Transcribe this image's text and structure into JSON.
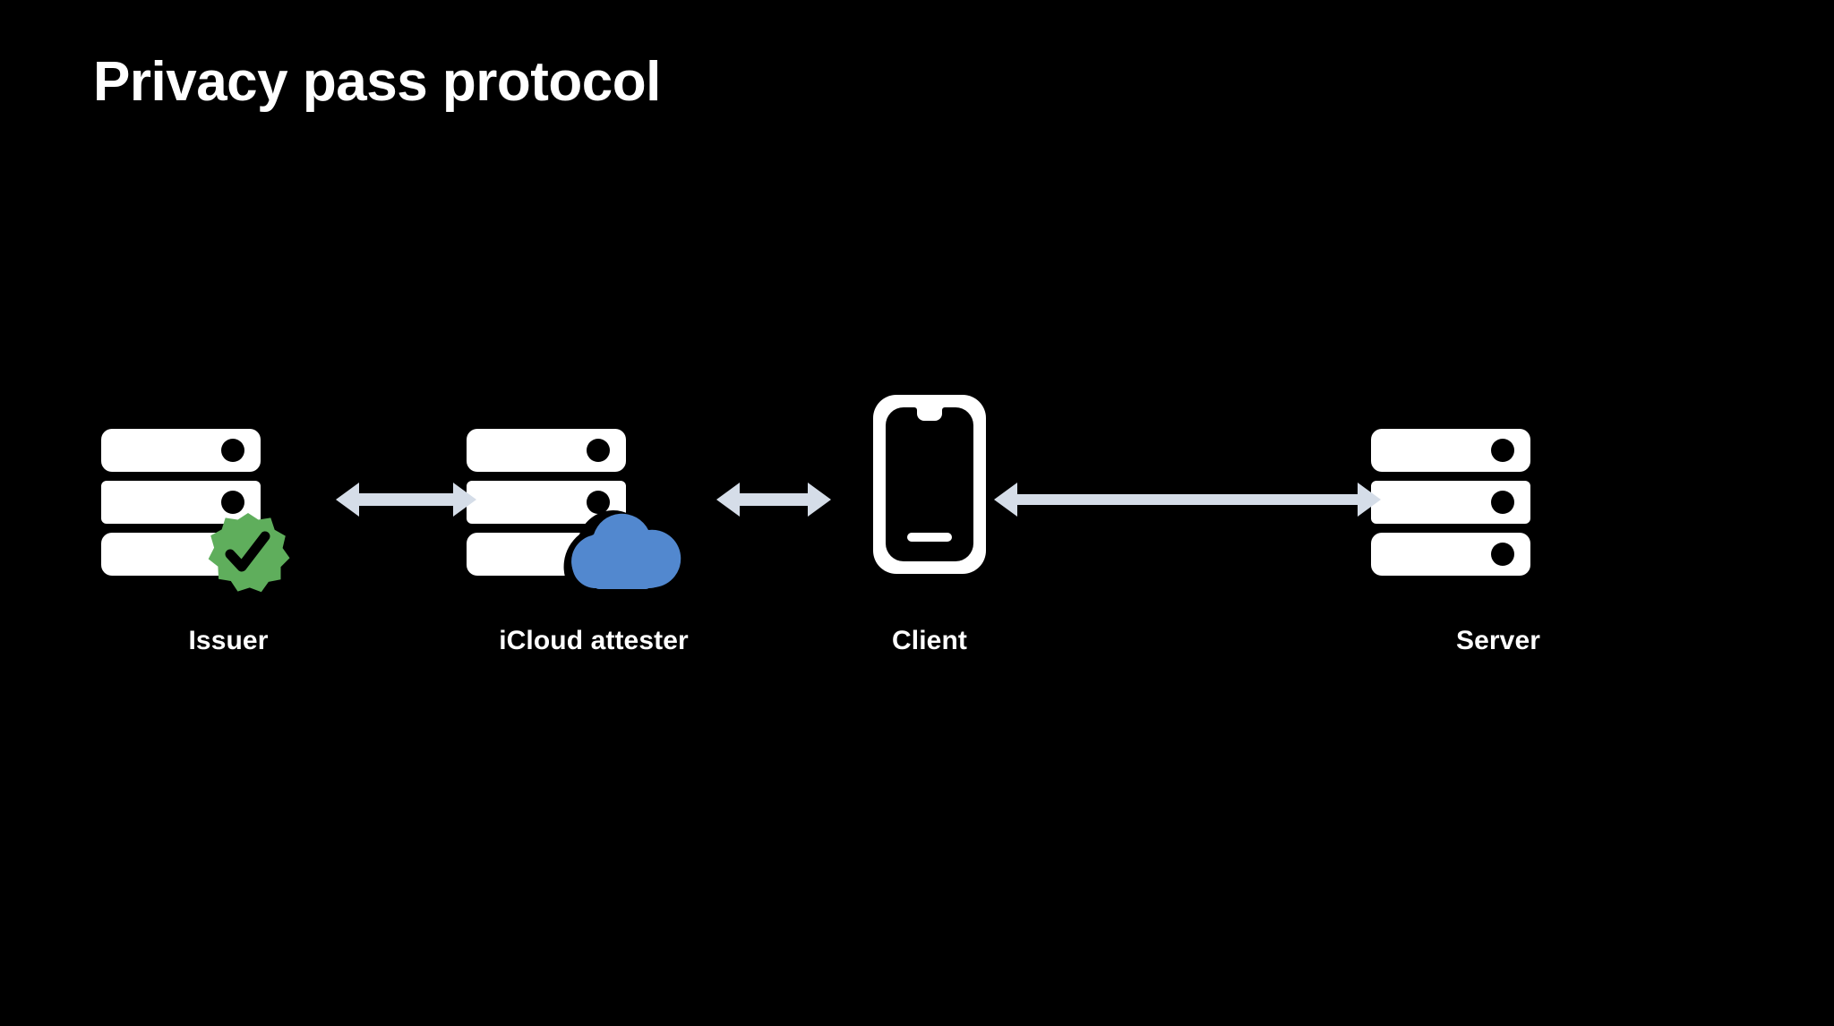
{
  "slide": {
    "title": "Privacy pass protocol",
    "background_color": "#000000",
    "title_color": "#ffffff"
  },
  "palette": {
    "background": "#000000",
    "icon_white": "#ffffff",
    "arrow": "#d5dde8",
    "badge_green": "#5fae5c",
    "cloud_blue": "#5288cf",
    "text": "#ffffff"
  },
  "diagram": {
    "type": "flow",
    "orientation": "horizontal",
    "nodes": [
      {
        "id": "issuer",
        "label": "Issuer",
        "icon": "server-rack-icon",
        "badge": "verified-check-badge-icon",
        "badge_color": "#5fae5c"
      },
      {
        "id": "attester",
        "label": "iCloud attester",
        "icon": "server-rack-icon",
        "badge": "cloud-badge-icon",
        "badge_color": "#5288cf"
      },
      {
        "id": "client",
        "label": "Client",
        "icon": "smartphone-icon",
        "badge": null,
        "badge_color": null
      },
      {
        "id": "server",
        "label": "Server",
        "icon": "server-rack-icon",
        "badge": null,
        "badge_color": null
      }
    ],
    "connectors": [
      {
        "id": "issuer-attester",
        "from": "issuer",
        "to": "attester",
        "style": "double-arrow",
        "color": "#d5dde8"
      },
      {
        "id": "attester-client",
        "from": "attester",
        "to": "client",
        "style": "double-arrow",
        "color": "#d5dde8"
      },
      {
        "id": "client-server",
        "from": "client",
        "to": "server",
        "style": "double-arrow",
        "color": "#d5dde8"
      }
    ]
  }
}
